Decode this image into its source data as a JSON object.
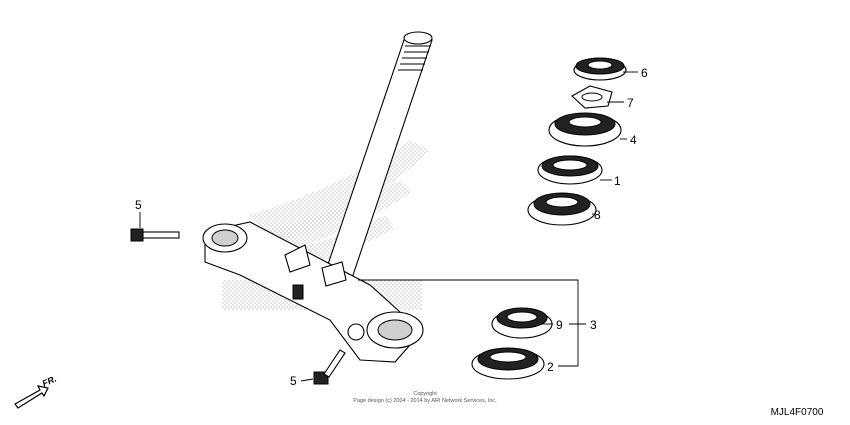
{
  "callouts": {
    "c1": "1",
    "c2": "2",
    "c3": "3",
    "c4": "4",
    "c5a": "5",
    "c5b": "5",
    "c6": "6",
    "c7": "7",
    "c8": "8",
    "c9": "9"
  },
  "front_indicator": "FR.",
  "copyright_line1": "Copyright",
  "copyright_line2": "Page design (c) 2004 - 2014 by ARI Network Services, Inc.",
  "diagram_code": "MJL4F0700"
}
